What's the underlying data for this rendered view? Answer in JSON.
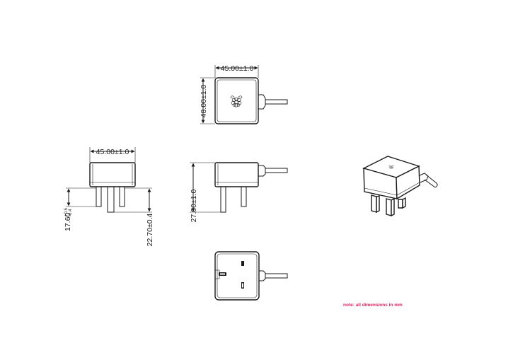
{
  "views": {
    "top": {
      "width_label": "45.00±1.0",
      "height_label": "48.00±1.0"
    },
    "front": {
      "width_label": "45.00±1.0",
      "pin_length_label": "17.60",
      "pin_length_tol_plus": "+0.5",
      "pin_length_tol_minus": "-0.4",
      "pin_span_label": "22.70±0.4"
    },
    "side": {
      "height_label": "27.00±1.0"
    }
  },
  "note": "note: all dimensions in mm",
  "colors": {
    "note": "#e0245e",
    "line": "#1a1a1a"
  },
  "icons": {
    "logo": "raspberry-logo"
  }
}
